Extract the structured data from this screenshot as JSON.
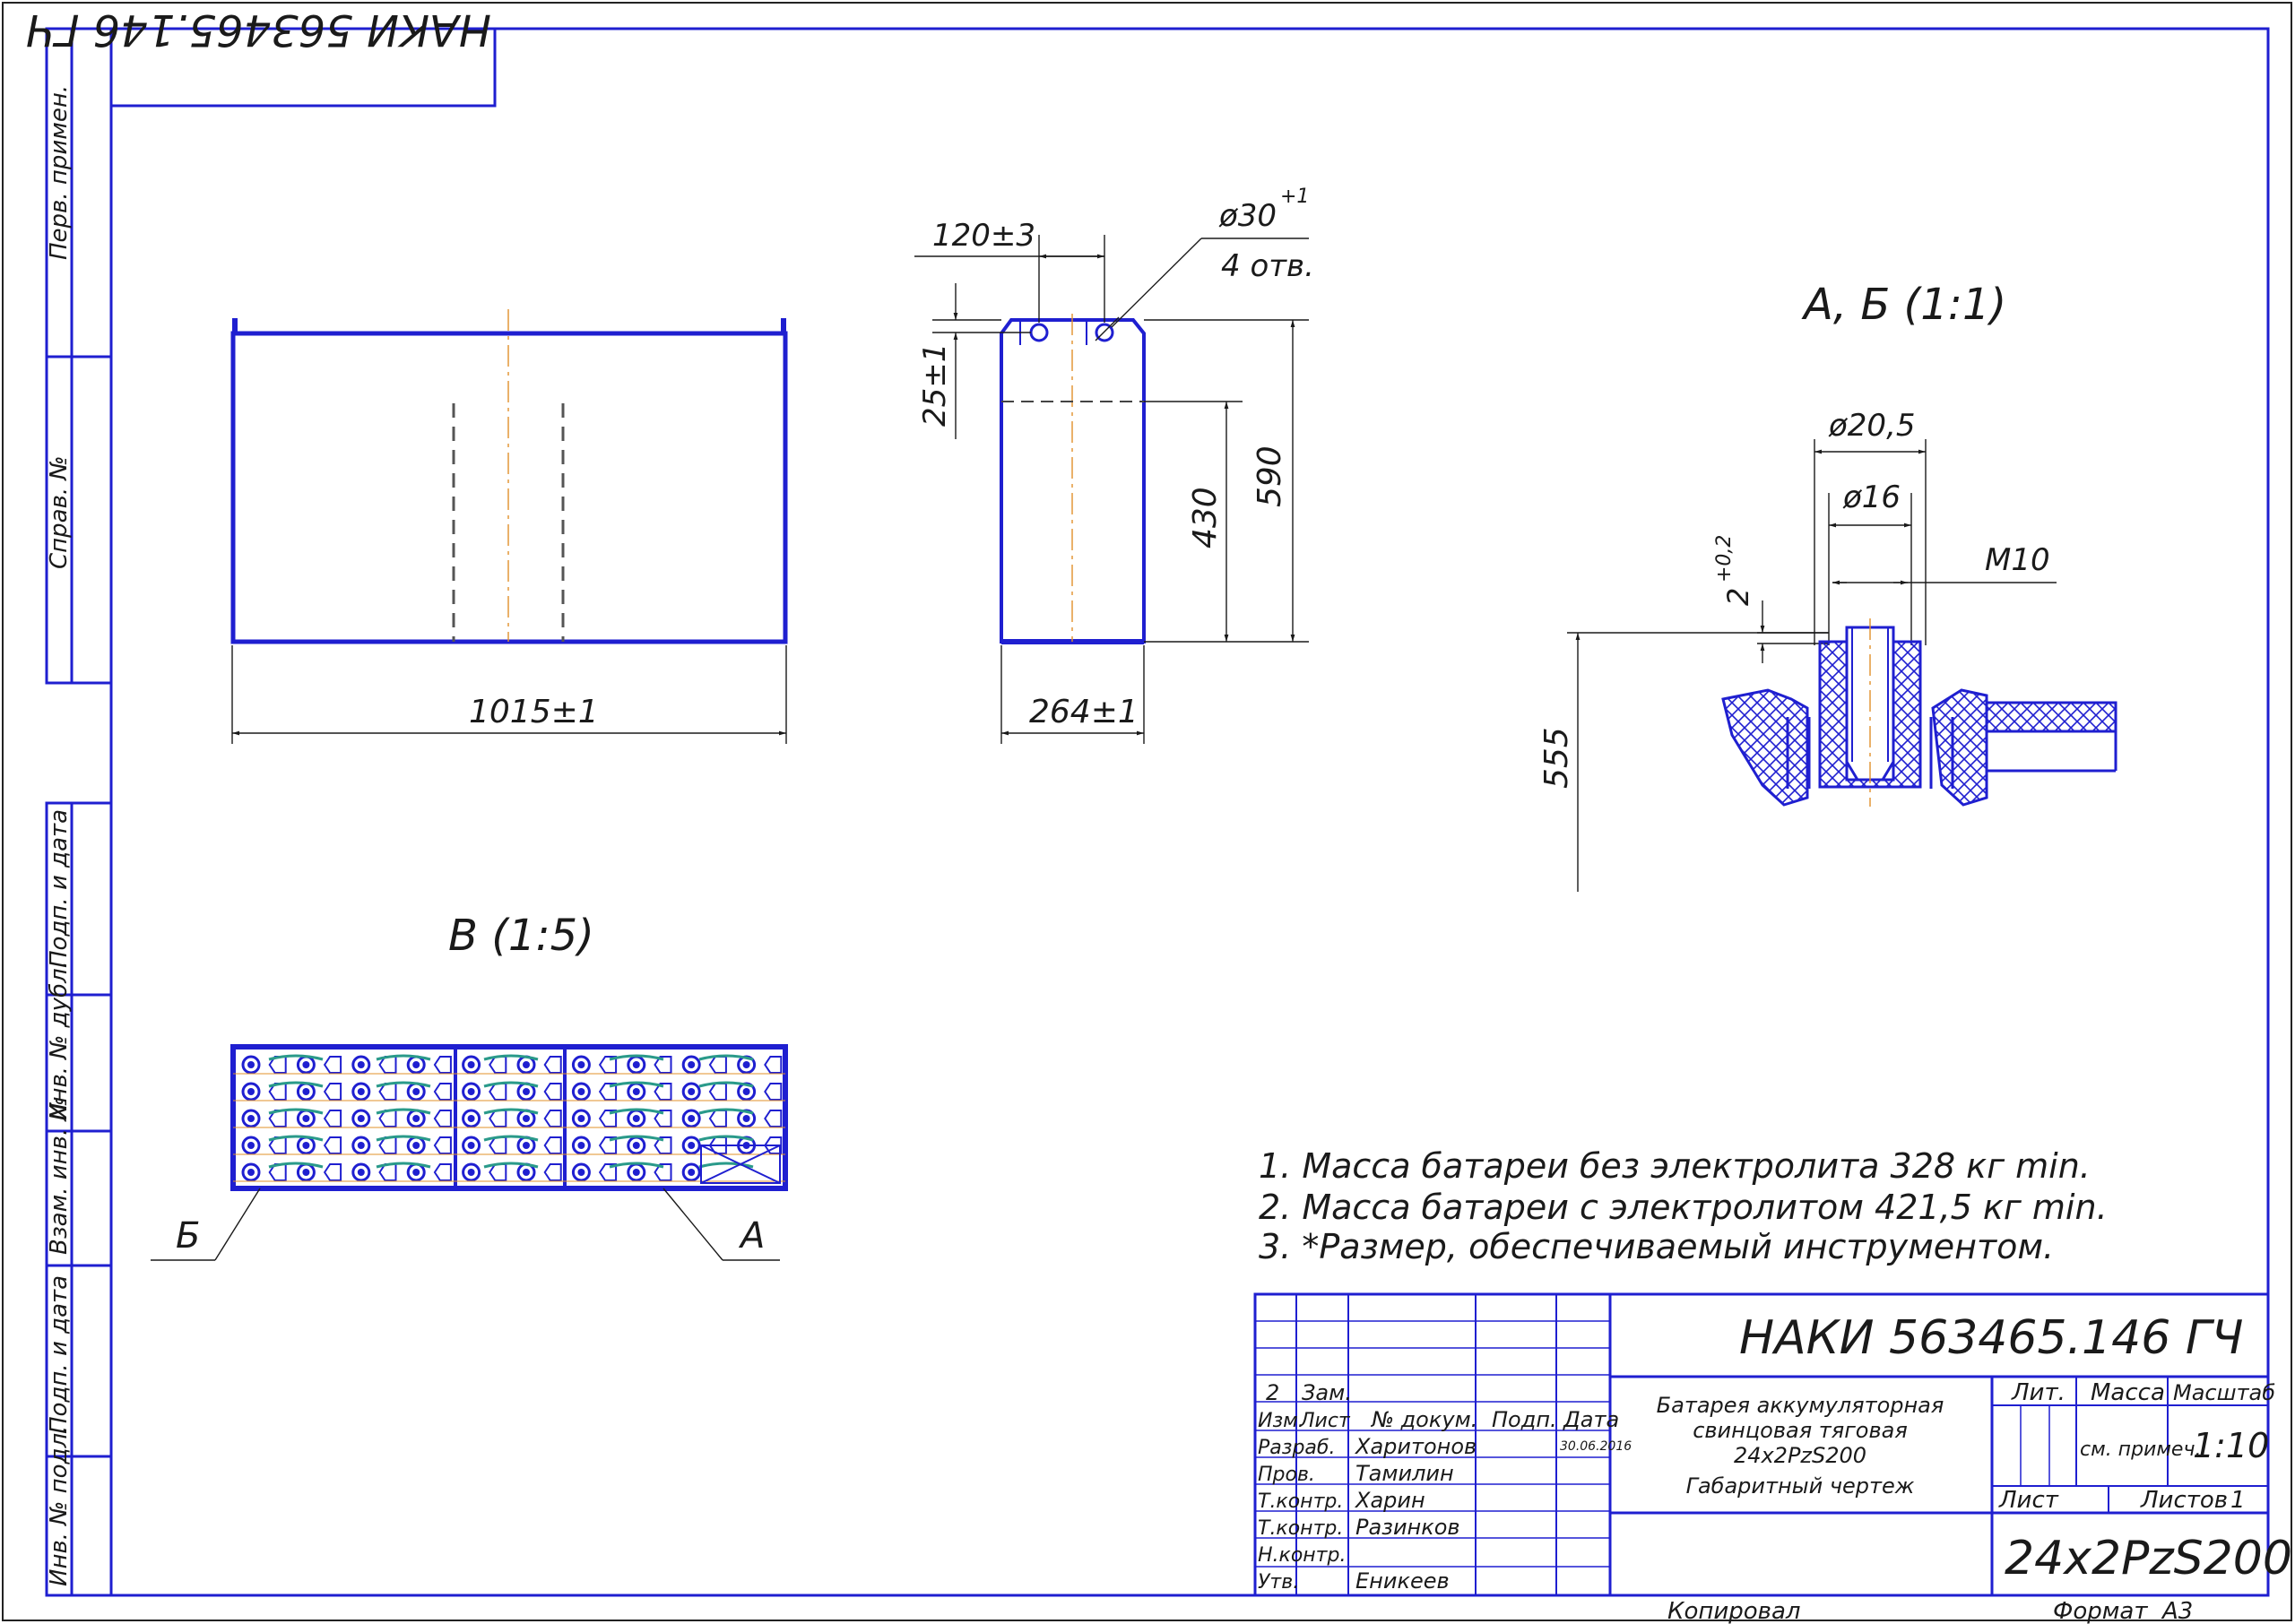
{
  "stamp": {
    "designation_rotated": "НАКИ 563465.146 ГЧ"
  },
  "side_labels": [
    "Перв. примен.",
    "Справ. №",
    "Подп. и дата",
    "Инв. № дубл.",
    "Взам. инв. №",
    "Подп. и дата",
    "Инв. № подл."
  ],
  "dimensions": {
    "length": "1015±1",
    "width": "264±1",
    "hole_spacing": "120±3",
    "hole_dia": "ø30",
    "hole_dia_tol": "+1",
    "hole_count": "4 отв.",
    "hole_offset": "25±1",
    "height_430": "430",
    "height_590": "590",
    "detail_d20": "ø20,5",
    "detail_d16": "ø16",
    "detail_thread": "M10",
    "detail_gap": "2",
    "detail_gap_tol": "+0,2",
    "detail_555": "555"
  },
  "views": {
    "detail_ab": "А, Б (1:1)",
    "view_v": "В (1:5)",
    "callout_b": "Б",
    "callout_a": "А"
  },
  "notes": [
    "1. Масса батареи без электролита 328 кг min.",
    "2. Масса батареи с электролитом 421,5 кг min.",
    "3.  *Размер, обеспечиваемый инструментом."
  ],
  "title_block": {
    "designation": "НАКИ 563465.146 ГЧ",
    "product_name": [
      "Батарея аккумуляторная",
      "свинцовая тяговая",
      "24x2PzS200",
      "Габаритный чертеж"
    ],
    "code": "24x2PzS200",
    "col_lit": "Лит.",
    "col_mass": "Масса",
    "col_scale": "Масштаб",
    "mass_value": "см. примеч.",
    "scale_value": "1:10",
    "sheet_label": "Лист",
    "sheets_label": "Листов",
    "sheets_value": "1",
    "change_num": "2",
    "change_type": "Зам.",
    "header": [
      "Изм.",
      "Лист",
      "№ докум.",
      "Подп.",
      "Дата"
    ],
    "date": "30.06.2016",
    "rows": [
      {
        "role": "Разраб.",
        "name": "Харитонов"
      },
      {
        "role": "Пров.",
        "name": "Тамилин"
      },
      {
        "role": "Т.контр.",
        "name": "Харин"
      },
      {
        "role": "Т.контр.",
        "name": "Разинков"
      },
      {
        "role": "Н.контр.",
        "name": ""
      },
      {
        "role": "Утв.",
        "name": "Еникеев"
      }
    ],
    "copied": "Копировал",
    "format_label": "Формат",
    "format_value": "А3"
  }
}
